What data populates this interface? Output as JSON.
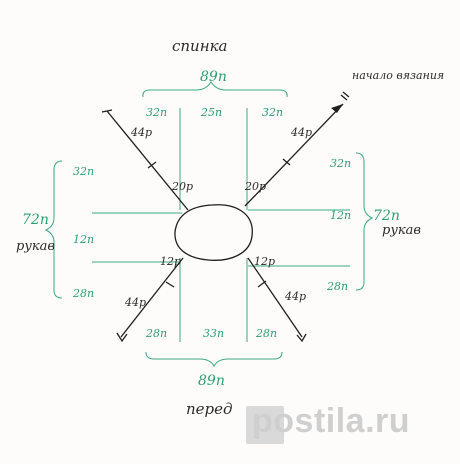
{
  "labels": {
    "back_title": "спинка",
    "back_total": "89п",
    "front_title": "перед",
    "front_total": "89п",
    "start_note": "начало вязания",
    "left_sleeve_total": "72п",
    "left_sleeve_word": "рукав",
    "right_sleeve_total": "72п",
    "right_sleeve_word": "рукав",
    "back_left": "32п",
    "back_mid": "25п",
    "back_right": "32п",
    "front_left": "28п",
    "front_mid": "33п",
    "front_right": "28п",
    "left_top": "32п",
    "left_mid": "12п",
    "left_bot": "28п",
    "right_top": "32п",
    "right_mid": "12п",
    "right_bot": "28п",
    "raglan_ul_outer": "44р",
    "raglan_ur_outer": "44р",
    "raglan_ll_outer": "44р",
    "raglan_lr_outer": "44р",
    "raglan_ul_inner": "20р",
    "raglan_ur_inner": "20р",
    "raglan_ll_inner": "12р",
    "raglan_lr_inner": "12р"
  },
  "watermark": {
    "text": "postila.ru",
    "color": "#d0d0d0"
  },
  "colors": {
    "ink": "#1f1f1f",
    "green": "#3aa884",
    "background": "#fdfcfa"
  }
}
